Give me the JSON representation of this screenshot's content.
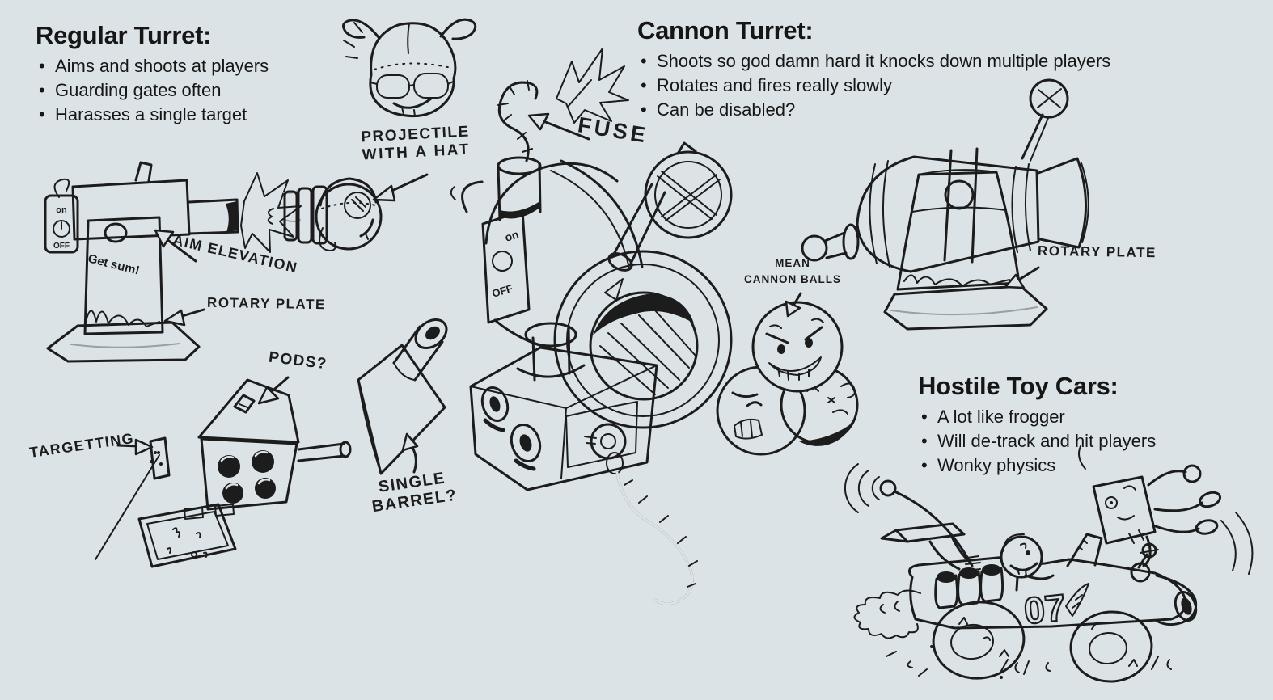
{
  "canvas": {
    "bg_color": "#dce3e6",
    "ink_color": "#1c1c1c"
  },
  "sections": {
    "regular": {
      "title": "Regular Turret:",
      "bullets": [
        "Aims and shoots at players",
        "Guarding gates often",
        "Harasses a single target"
      ]
    },
    "cannon": {
      "title": "Cannon Turret:",
      "bullets": [
        "Shoots so god damn hard it knocks down multiple players",
        "Rotates and fires really slowly",
        "Can be disabled?"
      ]
    },
    "cars": {
      "title": "Hostile Toy Cars:",
      "bullets": [
        "A lot like frogger",
        "Will de-track and hit players",
        "Wonky physics"
      ]
    }
  },
  "labels": {
    "projectile_hat_line1": "PROJECTILE",
    "projectile_hat_line2": "WITH A HAT",
    "fuse": "FUSE",
    "aim_elevation": "AIM ELEVATION",
    "rotary_plate_left": "ROTARY PLATE",
    "pods": "PODS?",
    "targetting": "TARGETTING",
    "single_barrel_line1": "SINGLE",
    "single_barrel_line2": "BARREL?",
    "mean_balls_line1": "MEAN",
    "mean_balls_line2": "CANNON BALLS",
    "rotary_plate_right": "ROTARY PLATE",
    "get_sum": "Get sum!",
    "switch_on": "on",
    "switch_off": "OFF",
    "car_number": "07"
  }
}
